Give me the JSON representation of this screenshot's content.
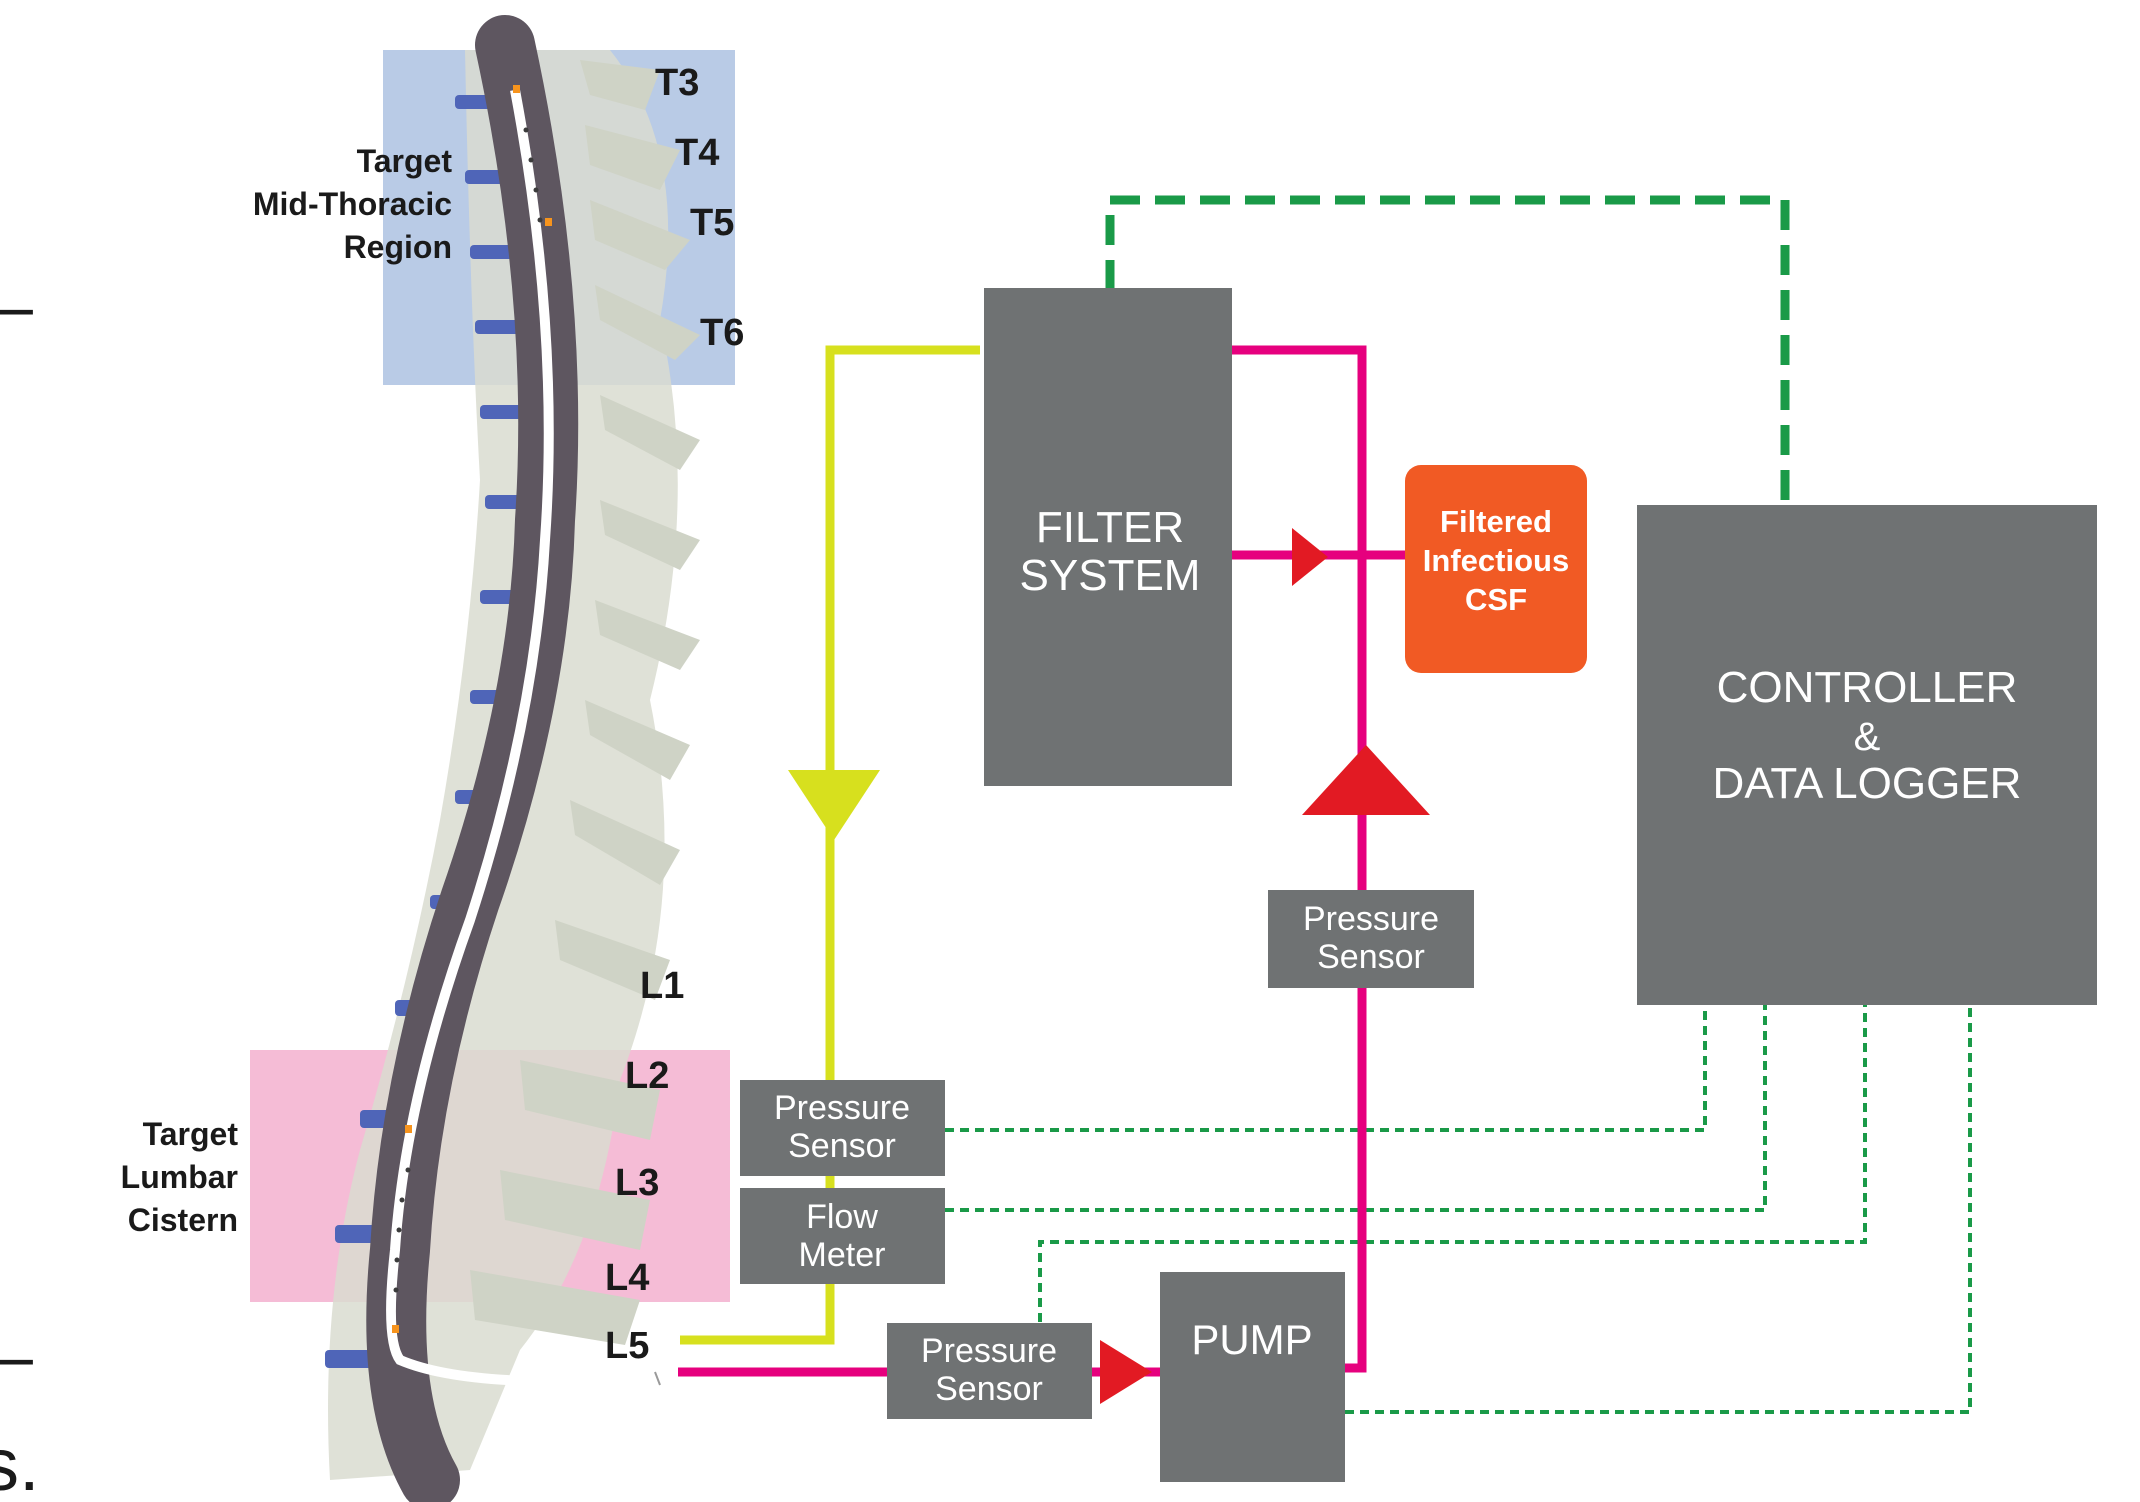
{
  "colors": {
    "box_gray": "#6f7273",
    "csf_orange": "#f15a24",
    "magenta_line": "#e6007e",
    "yellow_line": "#d7e01e",
    "red_arrow": "#e21a23",
    "green_dash": "#1a9a48",
    "thoracic_region": "#b9cbe6",
    "lumbar_region": "#f5bcd6",
    "spinal_cord": "#5e5660",
    "bone": "#d9dcd0",
    "disc": "#4f65b8"
  },
  "vertebra_labels": [
    "T3",
    "T4",
    "T5",
    "T6",
    "L1",
    "L2",
    "L3",
    "L4",
    "L5"
  ],
  "regions": {
    "thoracic": [
      "Target",
      "Mid-Thoracic",
      "Region"
    ],
    "lumbar": [
      "Target",
      "Lumbar",
      "Cistern"
    ]
  },
  "boxes": {
    "filter": [
      "FILTER",
      "SYSTEM"
    ],
    "csf": [
      "Filtered",
      "Infectious",
      "CSF"
    ],
    "controller": [
      "CONTROLLER",
      "&",
      "DATA LOGGER"
    ],
    "pressure_sensor_mid": [
      "Pressure",
      "Sensor"
    ],
    "pressure_sensor_lumbar": [
      "Pressure",
      "Sensor"
    ],
    "flow_meter": [
      "Flow",
      "Meter"
    ],
    "pressure_sensor_bottom": [
      "Pressure",
      "Sensor"
    ],
    "pump": [
      "PUMP"
    ]
  },
  "edge_glyphs": [
    "–",
    "–",
    "s."
  ]
}
